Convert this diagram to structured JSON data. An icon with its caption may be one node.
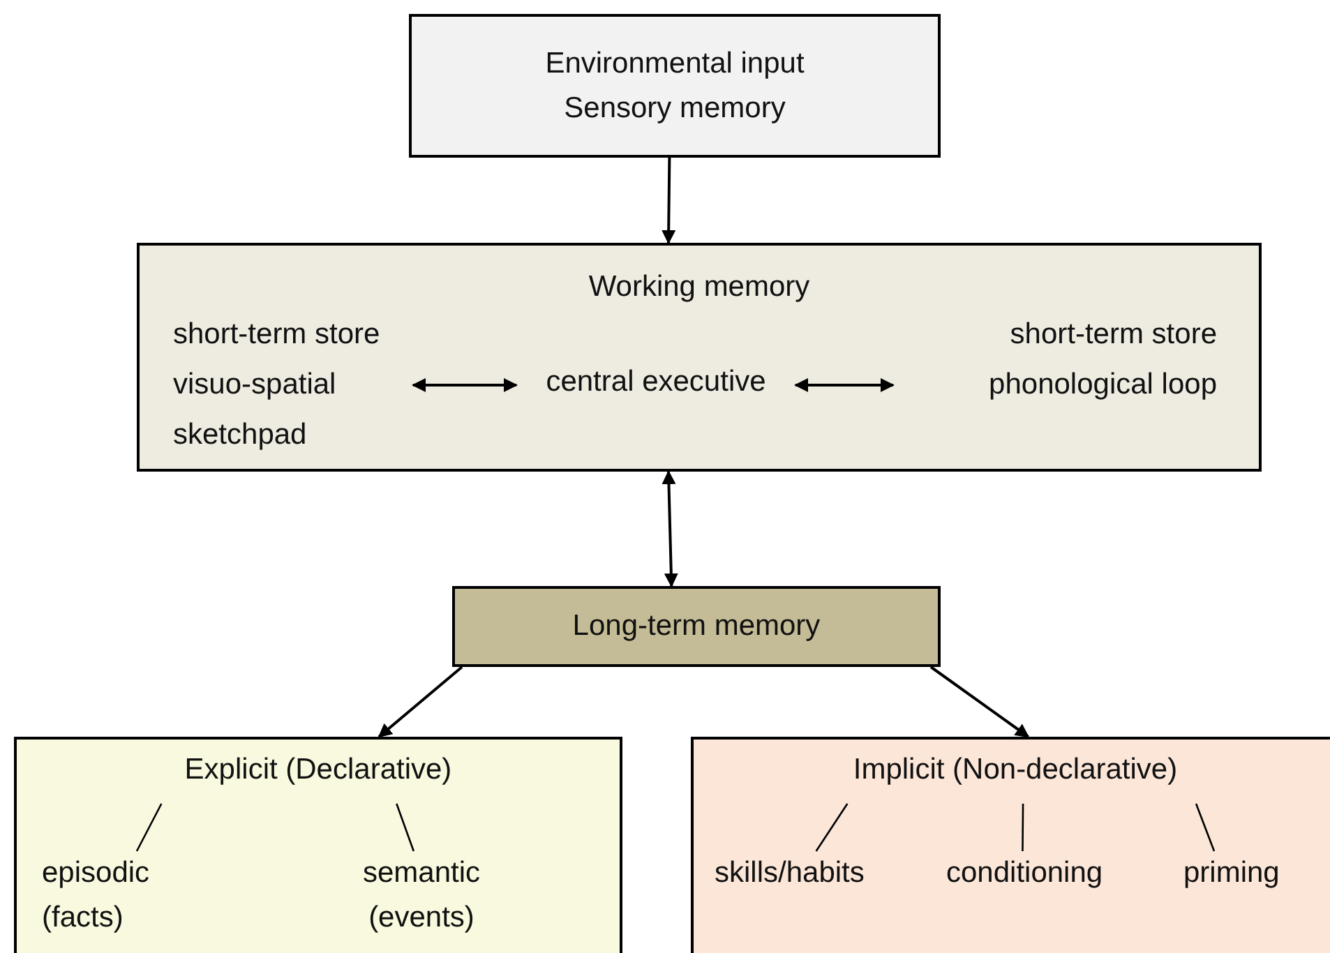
{
  "diagram": {
    "nodes": [
      {
        "text": [
          "Environmental input",
          "Sensory memory"
        ]
      },
      {
        "text": [
          "Working memory"
        ]
      },
      {
        "text": [
          "short-term store visuo-spatial sketchpad"
        ],
        "in": 1
      },
      {
        "text": [
          "central executive"
        ],
        "in": 1
      },
      {
        "text": [
          "short-term store phonological loop"
        ],
        "in": 1
      },
      {
        "text": [
          "Long-term memory"
        ]
      },
      {
        "text": [],
        "shape": "box"
      },
      {
        "text": [
          "Explicit (Declarative)"
        ],
        "in": 6
      },
      {
        "text": [
          "episodic (facts)"
        ],
        "in": 6
      },
      {
        "text": [
          "semantic (events)"
        ],
        "in": 6
      },
      {
        "text": [],
        "shape": "box"
      },
      {
        "text": [
          "Implicit (Non-declarative)"
        ],
        "in": 10
      },
      {
        "text": [
          "skills/habits"
        ],
        "in": 10
      },
      {
        "text": [
          "conditioning"
        ],
        "in": 10
      },
      {
        "text": [
          "priming"
        ],
        "in": 10
      }
    ],
    "edges": [
      {
        "from": 0,
        "to": 1,
        "arrow": "to"
      },
      {
        "from": 2,
        "to": 3,
        "arrow": "both"
      },
      {
        "from": 3,
        "to": 4,
        "arrow": "both"
      },
      {
        "from": 1,
        "to": 5,
        "arrow": "both"
      },
      {
        "from": 5,
        "to": 6,
        "arrow": "to"
      },
      {
        "from": 5,
        "to": 10,
        "arrow": "to"
      },
      {
        "from": 7,
        "to": 8,
        "arrow": "none"
      },
      {
        "from": 7,
        "to": 9,
        "arrow": "none"
      },
      {
        "from": 11,
        "to": 12,
        "arrow": "none"
      },
      {
        "from": 11,
        "to": 13,
        "arrow": "none"
      },
      {
        "from": 11,
        "to": 14,
        "arrow": "none"
      }
    ]
  }
}
